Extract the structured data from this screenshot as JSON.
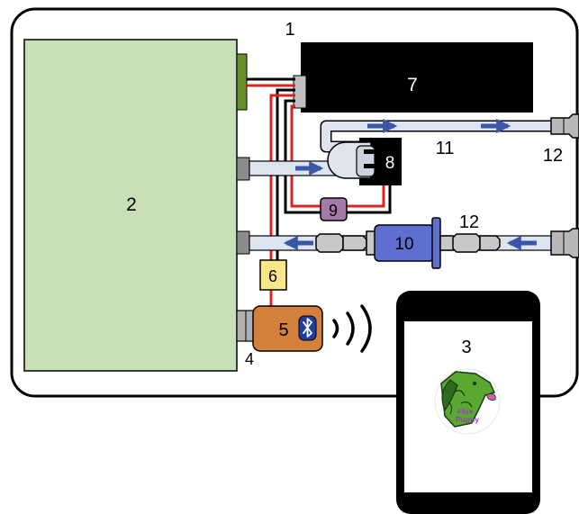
{
  "labels": {
    "enclosure": "1",
    "main_unit": "2",
    "phone": "3",
    "port": "4",
    "bluetooth_module": "5",
    "component_6": "6",
    "black_box": "7",
    "pump": "8",
    "component_9": "9",
    "filter": "10",
    "tube": "11",
    "fitting_top": "12",
    "fitting_mid": "12"
  },
  "logo": {
    "line1": "Flux",
    "line2": "Puppy"
  },
  "colors": {
    "main_unit": "#c9dfb8",
    "black_box": "#000000",
    "component_6": "#fbe68c",
    "component_9": "#a67aa8",
    "bluetooth_module": "#d3803c",
    "filter": "#5f6fd0",
    "tube": "#dce4f0",
    "flow_arrow": "#3b56a6",
    "wire_red": "#e02020",
    "wire_black": "#000000",
    "connector_green": "#6a8f2c",
    "logo_green": "#5aa832",
    "logo_text": "#9b3fbf",
    "logo_tongue": "#d060b0"
  }
}
